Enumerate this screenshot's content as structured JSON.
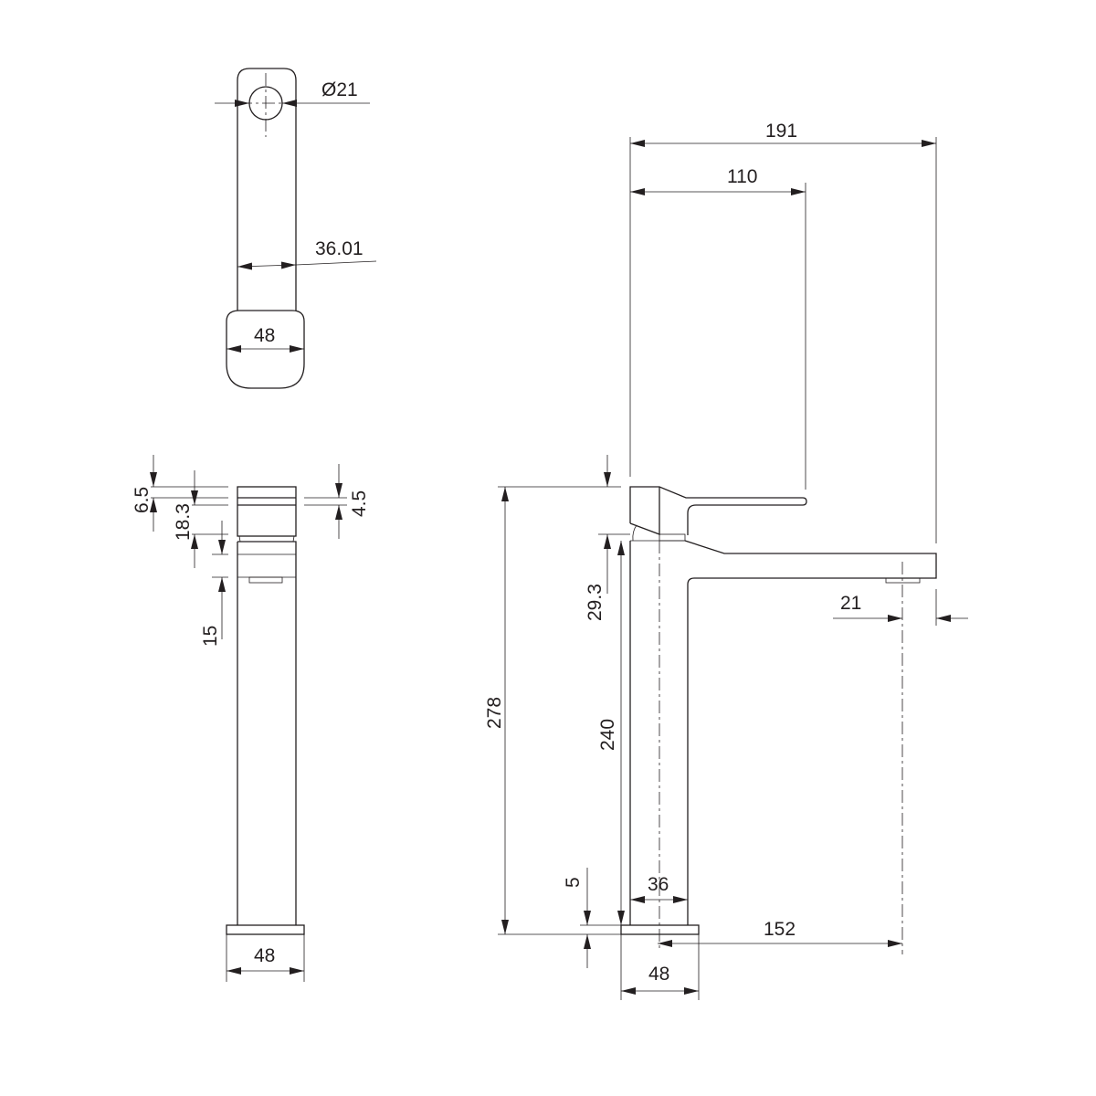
{
  "drawing": {
    "top_view": {
      "diameter": "Ø21",
      "width_angle": "36.01",
      "base_width": "48"
    },
    "front_view": {
      "dim_a": "6.5",
      "dim_b": "18.3",
      "dim_c": "15",
      "dim_d": "4.5",
      "base_width": "48"
    },
    "side_view": {
      "overall_reach": "191",
      "handle_reach": "110",
      "aerator_offset": "21",
      "overall_height": "278",
      "handle_height": "29.3",
      "spout_height": "240",
      "base_thickness": "5",
      "body_width": "36",
      "spout_projection": "152",
      "base_width": "48"
    },
    "colors": {
      "line": "#231f20",
      "background": "#ffffff"
    }
  }
}
